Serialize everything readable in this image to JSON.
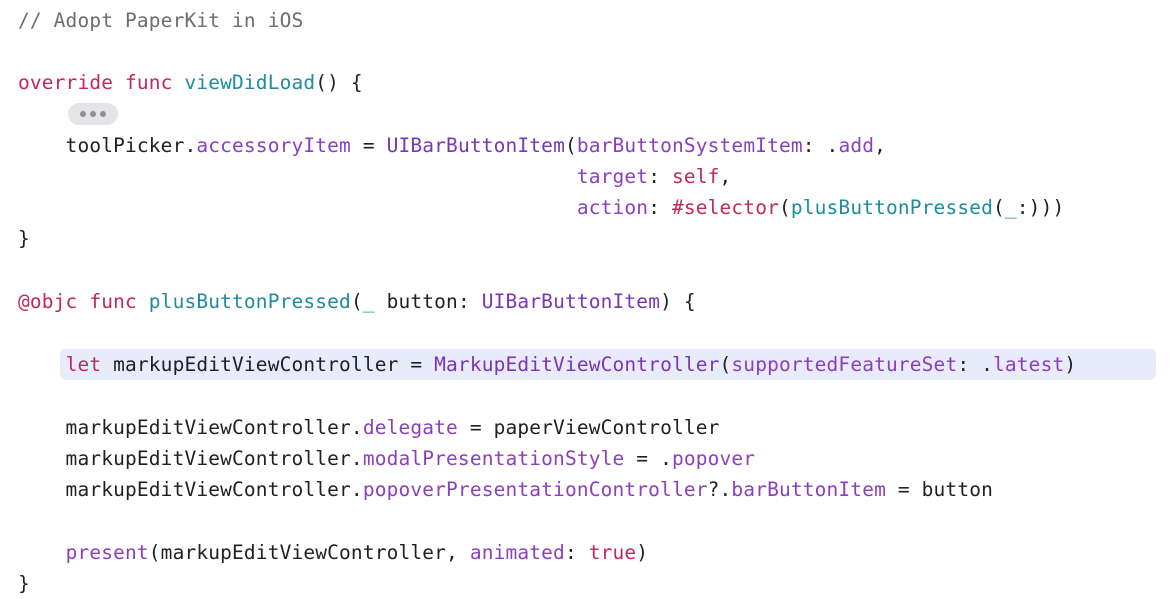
{
  "code_lines": [
    {
      "id": "line-1",
      "tokens": [
        {
          "t": "// Adopt PaperKit in iOS",
          "c": "comment"
        }
      ]
    },
    {
      "id": "line-3",
      "tokens": [
        {
          "t": "override",
          "c": "kw"
        },
        {
          "t": " ",
          "c": "plain"
        },
        {
          "t": "func",
          "c": "kw"
        },
        {
          "t": " ",
          "c": "plain"
        },
        {
          "t": "viewDidLoad",
          "c": "fn"
        },
        {
          "t": "() {",
          "c": "plain"
        }
      ]
    },
    {
      "id": "line-5",
      "tokens": [
        {
          "t": "    toolPicker.",
          "c": "plain"
        },
        {
          "t": "accessoryItem",
          "c": "prop"
        },
        {
          "t": " = ",
          "c": "plain"
        },
        {
          "t": "UIBarButtonItem",
          "c": "type"
        },
        {
          "t": "(",
          "c": "plain"
        },
        {
          "t": "barButtonSystemItem",
          "c": "prop"
        },
        {
          "t": ": .",
          "c": "plain"
        },
        {
          "t": "add",
          "c": "prop"
        },
        {
          "t": ",",
          "c": "plain"
        }
      ]
    },
    {
      "id": "line-6",
      "tokens": [
        {
          "t": "                                               ",
          "c": "plain"
        },
        {
          "t": "target",
          "c": "prop"
        },
        {
          "t": ": ",
          "c": "plain"
        },
        {
          "t": "self",
          "c": "kw"
        },
        {
          "t": ",",
          "c": "plain"
        }
      ]
    },
    {
      "id": "line-7",
      "tokens": [
        {
          "t": "                                               ",
          "c": "plain"
        },
        {
          "t": "action",
          "c": "prop"
        },
        {
          "t": ": ",
          "c": "plain"
        },
        {
          "t": "#selector",
          "c": "kw"
        },
        {
          "t": "(",
          "c": "plain"
        },
        {
          "t": "plusButtonPressed",
          "c": "fn"
        },
        {
          "t": "(",
          "c": "plain"
        },
        {
          "t": "_",
          "c": "fn"
        },
        {
          "t": ":)))",
          "c": "plain"
        }
      ]
    },
    {
      "id": "line-8",
      "tokens": [
        {
          "t": "}",
          "c": "plain"
        }
      ]
    },
    {
      "id": "line-10",
      "tokens": [
        {
          "t": "@objc",
          "c": "kw"
        },
        {
          "t": " ",
          "c": "plain"
        },
        {
          "t": "func",
          "c": "kw"
        },
        {
          "t": " ",
          "c": "plain"
        },
        {
          "t": "plusButtonPressed",
          "c": "fn"
        },
        {
          "t": "(",
          "c": "plain"
        },
        {
          "t": "_",
          "c": "fn"
        },
        {
          "t": " button: ",
          "c": "plain"
        },
        {
          "t": "UIBarButtonItem",
          "c": "type"
        },
        {
          "t": ") {",
          "c": "plain"
        }
      ]
    },
    {
      "id": "line-12",
      "tokens": [
        {
          "t": "    ",
          "c": "plain"
        },
        {
          "t": "let",
          "c": "kw"
        },
        {
          "t": " markupEditViewController = ",
          "c": "plain"
        },
        {
          "t": "MarkupEditViewController",
          "c": "type"
        },
        {
          "t": "(",
          "c": "plain"
        },
        {
          "t": "supportedFeatureSet",
          "c": "prop"
        },
        {
          "t": ": .",
          "c": "plain"
        },
        {
          "t": "latest",
          "c": "prop"
        },
        {
          "t": ")",
          "c": "plain"
        }
      ]
    },
    {
      "id": "line-14",
      "tokens": [
        {
          "t": "    markupEditViewController.",
          "c": "plain"
        },
        {
          "t": "delegate",
          "c": "prop"
        },
        {
          "t": " = paperViewController",
          "c": "plain"
        }
      ]
    },
    {
      "id": "line-15",
      "tokens": [
        {
          "t": "    markupEditViewController.",
          "c": "plain"
        },
        {
          "t": "modalPresentationStyle",
          "c": "prop"
        },
        {
          "t": " = .",
          "c": "plain"
        },
        {
          "t": "popover",
          "c": "prop"
        }
      ]
    },
    {
      "id": "line-16",
      "tokens": [
        {
          "t": "    markupEditViewController.",
          "c": "plain"
        },
        {
          "t": "popoverPresentationController",
          "c": "prop"
        },
        {
          "t": "?.",
          "c": "plain"
        },
        {
          "t": "barButtonItem",
          "c": "prop"
        },
        {
          "t": " = button",
          "c": "plain"
        }
      ]
    },
    {
      "id": "line-18",
      "tokens": [
        {
          "t": "    ",
          "c": "plain"
        },
        {
          "t": "present",
          "c": "prop"
        },
        {
          "t": "(markupEditViewController, ",
          "c": "plain"
        },
        {
          "t": "animated",
          "c": "prop"
        },
        {
          "t": ": ",
          "c": "plain"
        },
        {
          "t": "true",
          "c": "kw"
        },
        {
          "t": ")",
          "c": "plain"
        }
      ]
    },
    {
      "id": "line-19",
      "tokens": [
        {
          "t": "}",
          "c": "plain"
        }
      ]
    }
  ],
  "highlighted_line": "line-12",
  "fold_indicator": {
    "icon": "ellipsis-icon"
  },
  "colors": {
    "comment": "#6c6c72",
    "keyword": "#c2285a",
    "function": "#1e8c9e",
    "type": "#7b35b6",
    "property": "#8a3fbf",
    "plain": "#1f1f24",
    "highlight": "#e7ebfa"
  }
}
